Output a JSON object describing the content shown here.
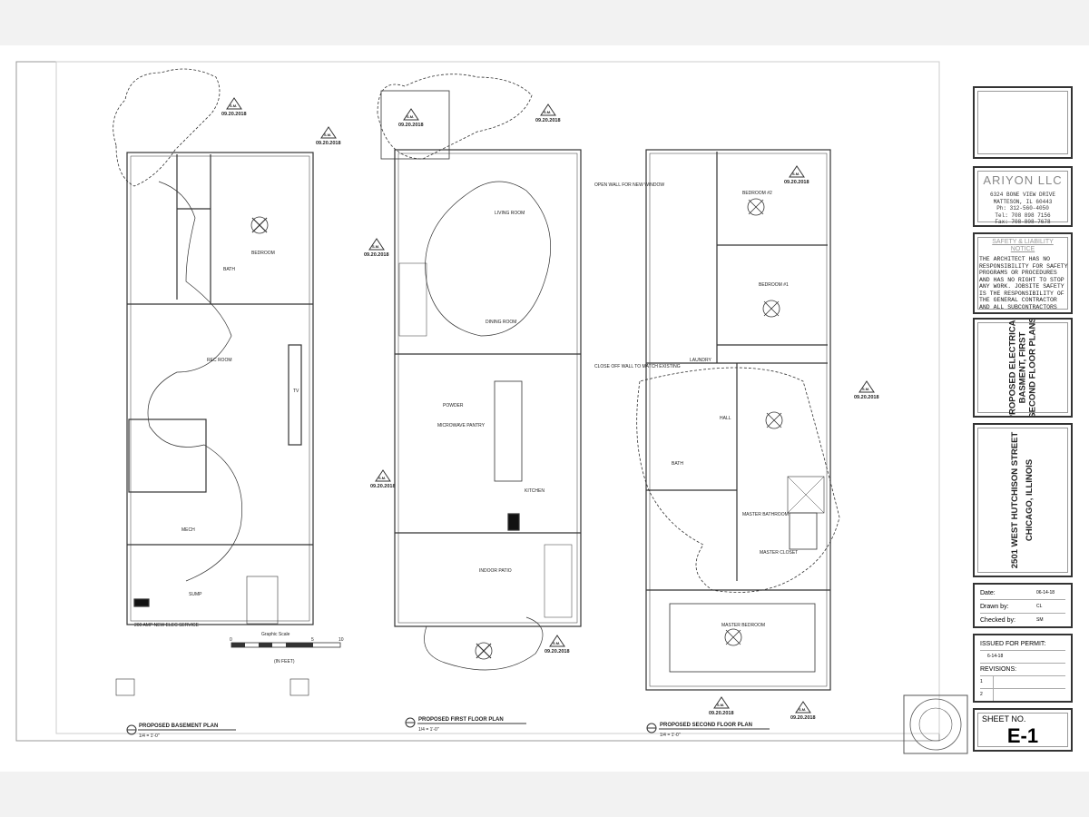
{
  "plans": [
    {
      "title": "PROPOSED BASEMENT PLAN",
      "scale": "1/4 = 1'-0\""
    },
    {
      "title": "PROPOSED FIRST FLOOR PLAN",
      "scale": "1/4 = 1'-0\""
    },
    {
      "title": "PROPOSED SECOND FLOOR PLAN",
      "scale": "1/4 = 1'-0\""
    }
  ],
  "rooms": {
    "basement": [
      "BEDROOM",
      "REC ROOM",
      "BATH",
      "MECH",
      "SUMP",
      "TV"
    ],
    "first": [
      "LIVING ROOM",
      "DINING ROOM",
      "POWDER",
      "KITCHEN",
      "MICROWAVE PANTRY",
      "INDOOR PATIO"
    ],
    "second": [
      "BEDROOM #2",
      "BEDROOM #1",
      "LAUNDRY",
      "HALL",
      "BATH",
      "MASTER BATHROOM",
      "MASTER CLOSET",
      "MASTER BEDROOM"
    ]
  },
  "revision": {
    "initials": "S.M.",
    "date": "09.20.2018"
  },
  "graphic_scale": {
    "label": "Graphic Scale",
    "unit": "(IN FEET)",
    "ticks": [
      "0",
      "5",
      "10"
    ]
  },
  "notes": {
    "open_wall": "OPEN WALL FOR NEW WINDOW",
    "close_wall": "CLOSE OFF WALL TO MATCH EXISTING",
    "elec_service": "200 AMP NEW ELEC SERVICE"
  },
  "company": {
    "name": "ARIYON LLC",
    "address": [
      "6324 BONE VIEW DRIVE",
      "MATTESON, IL 60443",
      "Ph: 312-560-4050",
      "Tel: 708 898 7156",
      "Fax: 708-808-7678"
    ]
  },
  "notice": {
    "title": "SAFETY & LIABILITY NOTICE",
    "body": "THE ARCHITECT HAS NO RESPONSIBILITY FOR SAFETY PROGRAMS OR PROCEDURES AND HAS NO RIGHT TO STOP ANY WORK. JOBSITE SAFETY IS THE RESPONSIBILITY OF THE GENERAL CONTRACTOR AND ALL SUBCONTRACTORS"
  },
  "sheet_title": [
    "PROPOSED ELECTRICAL",
    "BASMENT, FIRST",
    "SECOND FLOOR PLANS"
  ],
  "project_address": [
    "2501 WEST HUTCHISON STREET",
    "CHICAGO, ILLINOIS"
  ],
  "info": {
    "date_label": "Date:",
    "date": "06-14-18",
    "drawn_label": "Drawn by:",
    "drawn": "CL",
    "checked_label": "Checked by:",
    "checked": "SM"
  },
  "permit": {
    "label": "ISSUED FOR PERMIT:",
    "date": "6-14-18",
    "revisions_label": "REVISIONS:",
    "rows": [
      "1",
      "2"
    ]
  },
  "sheet": {
    "label": "SHEET NO.",
    "number": "E-1"
  }
}
